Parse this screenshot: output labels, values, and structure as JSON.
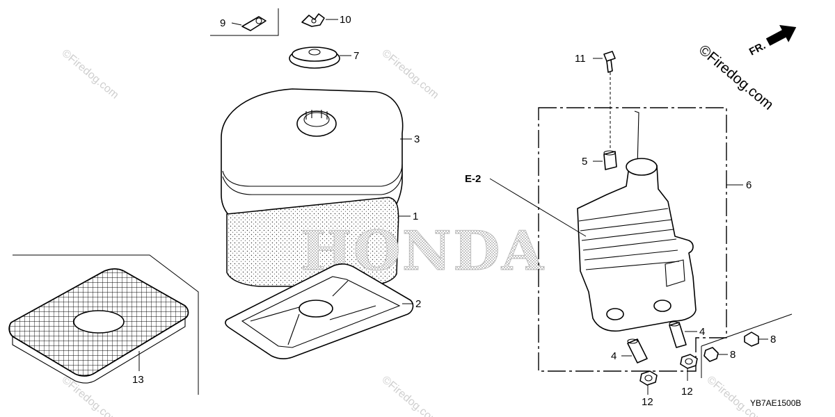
{
  "diagram": {
    "callouts": {
      "c1": "1",
      "c2": "2",
      "c3": "3",
      "c4a": "4",
      "c4b": "4",
      "c5": "5",
      "c6": "6",
      "c7": "7",
      "c8a": "8",
      "c8b": "8",
      "c9": "9",
      "c10": "10",
      "c11": "11",
      "c12a": "12",
      "c12b": "12",
      "c13": "13"
    },
    "reference": "E-2",
    "diagram_code": "YB7AE1500B",
    "brand_watermark": "HONDA",
    "direction_label": "FR.",
    "watermarks": {
      "main": "©Firedog.com",
      "faint": "©Firedog.com"
    }
  }
}
